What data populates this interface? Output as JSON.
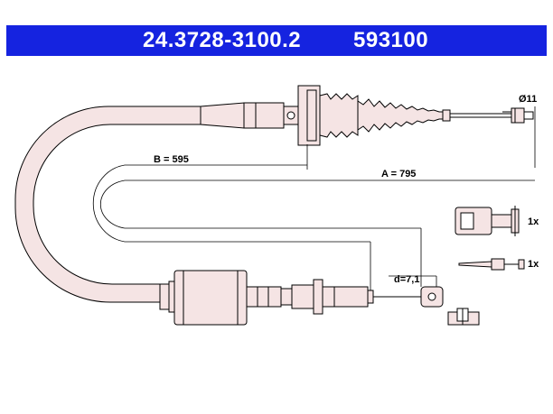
{
  "header": {
    "part_number": "24.3728-3100.2",
    "code": "593100"
  },
  "dimensions": {
    "b": "B = 595",
    "a": "A = 795",
    "diameter": "Ø11",
    "d": "d=7,1"
  },
  "parts": {
    "clevis_qty": "1x",
    "tie_qty": "1x"
  },
  "colors": {
    "header_bg": "#1523e0",
    "cable_fill": "#f5e4e4",
    "line": "#000000"
  }
}
